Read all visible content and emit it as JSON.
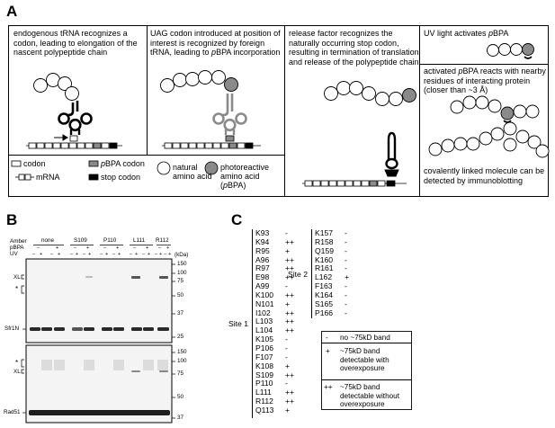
{
  "panel_a": {
    "letter": "A",
    "steps": [
      {
        "text": "endogenous tRNA recognizes a codon, leading to elongation of the nascent polypeptide chain"
      },
      {
        "text_before": "UAG codon introduced at position of interest is recognized by foreign tRNA, leading to ",
        "text_italic": "p",
        "text_after": "BPA incorporation"
      },
      {
        "text": "release factor recognizes the naturally occurring stop codon, resulting in termination of translation and release of the polypeptide chain"
      },
      {
        "text_before": "UV light activates ",
        "text_italic": "p",
        "text_after": "BPA"
      },
      {
        "text_before": "activated ",
        "text_italic": "p",
        "text_after": "BPA reacts with nearby residues of interacting protein (closer than ~3 Å)"
      },
      {
        "text": "covalently linked molecule can be detected by immunoblotting"
      }
    ],
    "legend": {
      "codon": "codon",
      "pbpa_codon_italic": "p",
      "pbpa_codon": "BPA codon",
      "mrna": "mRNA",
      "stop_codon": "stop codon",
      "natural_amino_acid": "natural amino acid",
      "photoreactive_before": "photoreactive amino acid (",
      "photoreactive_italic": "p",
      "photoreactive_after": "BPA)"
    },
    "colors": {
      "pbpa": "#8a8a8a",
      "stop": "#000000",
      "outline": "#000000",
      "trna_foreign": "#8a8a8a"
    }
  },
  "panel_b": {
    "letter": "B",
    "row_labels": {
      "amber": "Amber",
      "pbpa": "pBPA",
      "uv": "UV"
    },
    "lane_groups": [
      "none",
      "S109",
      "P110",
      "L111",
      "R112"
    ],
    "pbpa_signs": [
      "–",
      "+",
      "–",
      "+",
      "–",
      "+",
      "–",
      "+",
      "–",
      "+"
    ],
    "uv_signs": [
      "–",
      "+",
      "–",
      "+",
      "–",
      "+",
      "–",
      "+",
      "–",
      "+",
      "–",
      "+",
      "–",
      "+",
      "–",
      "+",
      "–",
      "+",
      "–",
      "+"
    ],
    "kda_label": "(kDa)",
    "top_blot": {
      "markers": [
        "150",
        "100",
        "75",
        "50",
        "37",
        "25"
      ],
      "band_labels": {
        "xl": "XL",
        "star": "*",
        "sfr1n": "Sfr1N"
      }
    },
    "bottom_blot": {
      "markers": [
        "150",
        "100",
        "75",
        "50",
        "37"
      ],
      "band_labels": {
        "star": "*",
        "xl": "XL",
        "rad51": "Rad51"
      }
    }
  },
  "panel_c": {
    "letter": "C",
    "site1_label": "Site 1",
    "site2_label": "Site 2",
    "site1": [
      {
        "residue": "K93",
        "score": "-"
      },
      {
        "residue": "K94",
        "score": "++"
      },
      {
        "residue": "R95",
        "score": "+"
      },
      {
        "residue": "A96",
        "score": "++"
      },
      {
        "residue": "R97",
        "score": "++"
      },
      {
        "residue": "E98",
        "score": "++"
      },
      {
        "residue": "A99",
        "score": "-"
      },
      {
        "residue": "K100",
        "score": "++"
      },
      {
        "residue": "N101",
        "score": "+"
      },
      {
        "residue": "I102",
        "score": "++"
      },
      {
        "residue": "L103",
        "score": "++"
      },
      {
        "residue": "L104",
        "score": "++"
      },
      {
        "residue": "K105",
        "score": "-"
      },
      {
        "residue": "P106",
        "score": "-"
      },
      {
        "residue": "F107",
        "score": "-"
      },
      {
        "residue": "K108",
        "score": "+"
      },
      {
        "residue": "S109",
        "score": "++"
      },
      {
        "residue": "P110",
        "score": "-"
      },
      {
        "residue": "L111",
        "score": "++"
      },
      {
        "residue": "R112",
        "score": "++"
      },
      {
        "residue": "Q113",
        "score": "+"
      }
    ],
    "site2": [
      {
        "residue": "K157",
        "score": "-"
      },
      {
        "residue": "R158",
        "score": "-"
      },
      {
        "residue": "Q159",
        "score": "-"
      },
      {
        "residue": "K160",
        "score": "-"
      },
      {
        "residue": "R161",
        "score": "-"
      },
      {
        "residue": "L162",
        "score": "+"
      },
      {
        "residue": "F163",
        "score": "-"
      },
      {
        "residue": "K164",
        "score": "-"
      },
      {
        "residue": "S165",
        "score": "-"
      },
      {
        "residue": "P166",
        "score": "-"
      }
    ],
    "key": [
      {
        "symbol": "-",
        "text": "no ~75kD band"
      },
      {
        "symbol": "+",
        "text": "~75kD band detectable with overexposure"
      },
      {
        "symbol": "++",
        "text": "~75kD band detectable without overexposure"
      }
    ]
  }
}
